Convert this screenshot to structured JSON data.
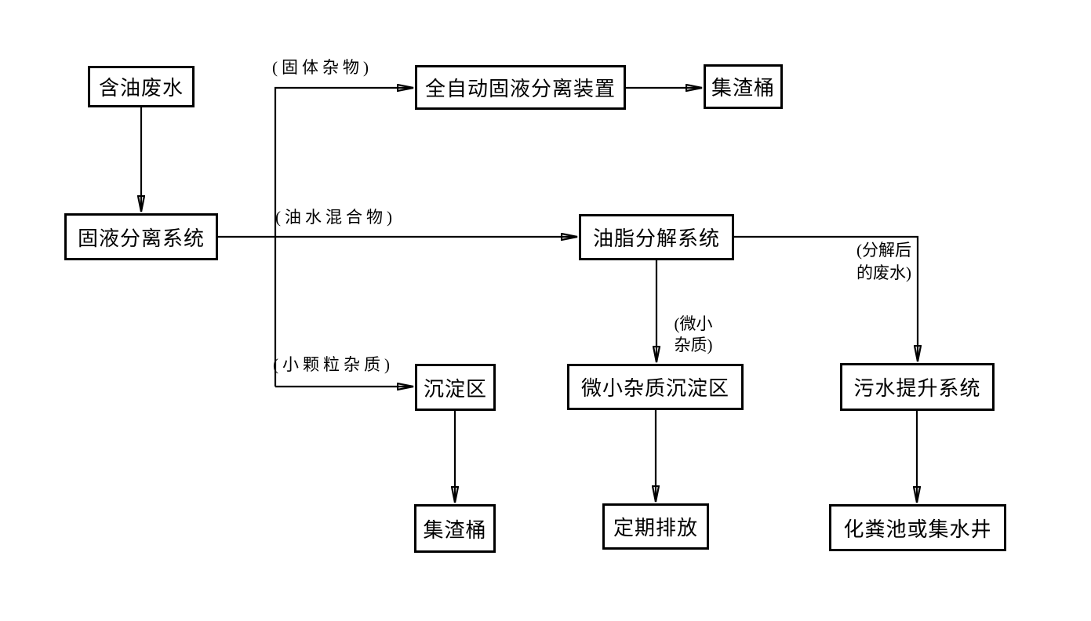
{
  "diagram_type": "flowchart",
  "colors": {
    "background": "#ffffff",
    "line": "#000000",
    "text": "#000000"
  },
  "nodes": {
    "oily_wastewater": "含油废水",
    "solid_liquid_separation": "固液分离系统",
    "auto_separator": "全自动固液分离装置",
    "slag_bucket_top": "集渣桶",
    "grease_decomposition": "油脂分解系统",
    "sedimentation_zone": "沉淀区",
    "tiny_impurity_sedimentation": "微小杂质沉淀区",
    "sewage_lifting": "污水提升系统",
    "slag_bucket_bottom": "集渣桶",
    "periodic_discharge": "定期排放",
    "septic_tank_or_sump": "化粪池或集水井"
  },
  "edge_labels": {
    "solid_debris": "(固体杂物)",
    "oil_water_mixture": "(油水混合物)",
    "small_particle_impurities": "(小颗粒杂质)",
    "tiny_impurities_line1": "(微小",
    "tiny_impurities_line2": "杂质)",
    "decomposed_line1": "(分解后",
    "decomposed_line2": "的废水)"
  }
}
